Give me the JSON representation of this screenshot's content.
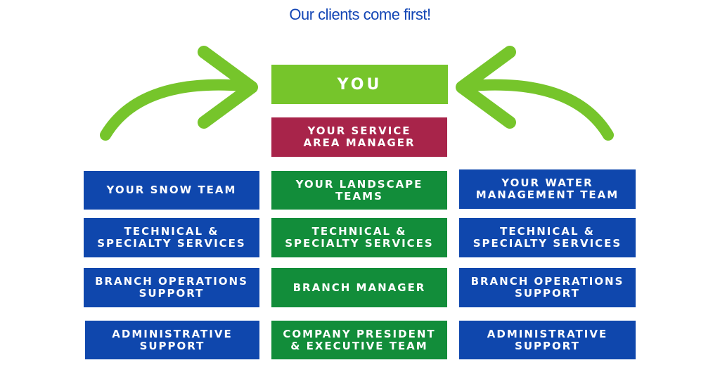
{
  "headline": "Our clients come first!",
  "colors": {
    "headline": "#1346b5",
    "blue": "#0f47ad",
    "green": "#128d3a",
    "lime": "#76c52b",
    "maroon": "#a8244a",
    "arrow": "#76c52b"
  },
  "icons": [
    "curved-arrow-left-icon",
    "curved-arrow-right-icon"
  ],
  "center": {
    "you": "YOU",
    "service_area_manager": "YOUR SERVICE\nAREA MANAGER"
  },
  "left_column": [
    "YOUR SNOW TEAM",
    "TECHNICAL &\nSPECIALTY SERVICES",
    "BRANCH OPERATIONS\nSUPPORT",
    "ADMINISTRATIVE\nSUPPORT"
  ],
  "middle_column": [
    "YOUR LANDSCAPE\nTEAMS",
    "TECHNICAL &\nSPECIALTY SERVICES",
    "BRANCH MANAGER",
    "COMPANY PRESIDENT\n& EXECUTIVE TEAM"
  ],
  "right_column": [
    "YOUR WATER\nMANAGEMENT TEAM",
    "TECHNICAL &\nSPECIALTY SERVICES",
    "BRANCH OPERATIONS\nSUPPORT",
    "ADMINISTRATIVE\nSUPPORT"
  ]
}
